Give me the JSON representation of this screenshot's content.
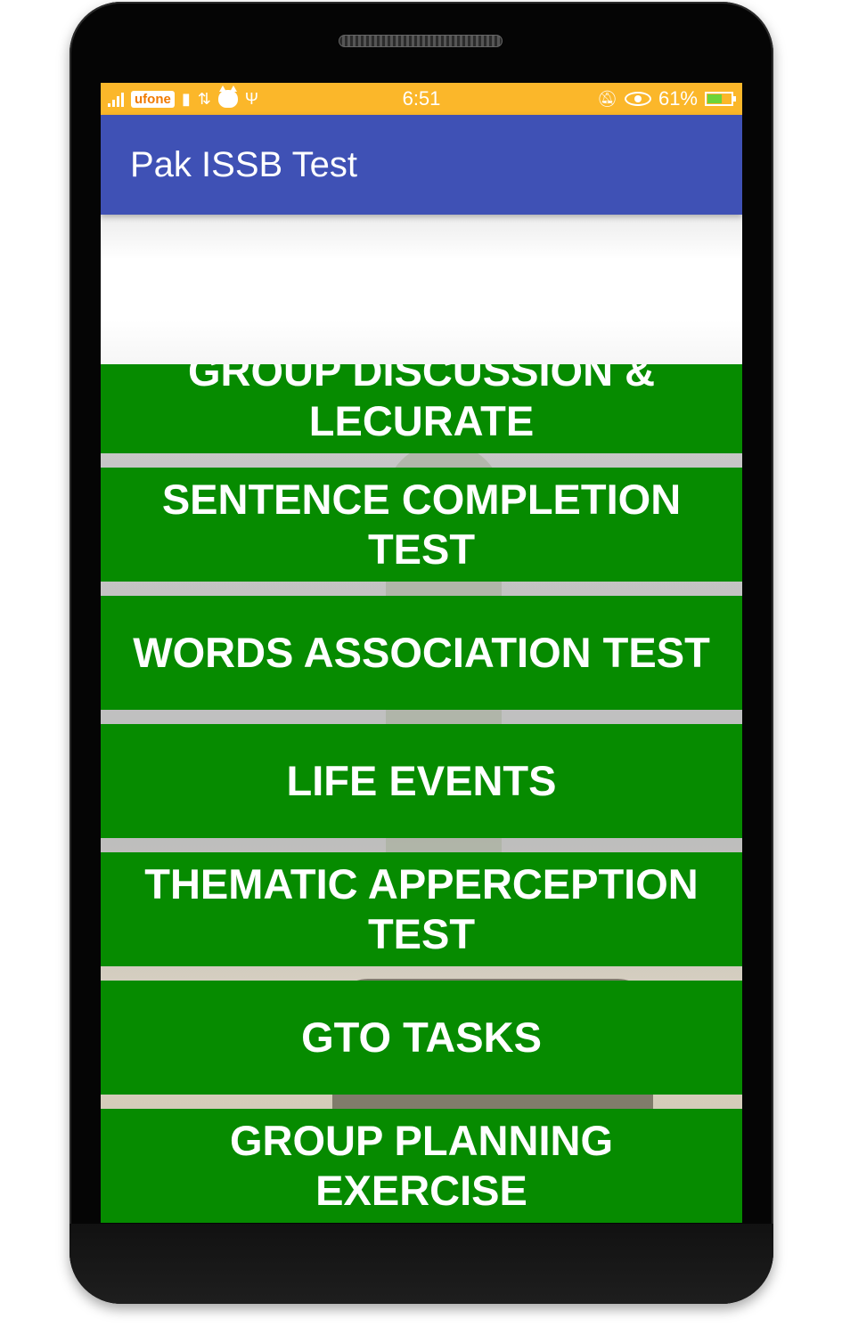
{
  "status_bar": {
    "carrier": "ufone",
    "time": "6:51",
    "battery_percent_label": "61%",
    "battery_level": 0.61,
    "background_color": "#fbb72a"
  },
  "toolbar": {
    "title": "Pak ISSB Test",
    "background_color": "#3f51b5"
  },
  "menu": {
    "button_color": "#068b00",
    "items": [
      {
        "label": "GROUP DISCUSSION & LECURATE"
      },
      {
        "label": "SENTENCE COMPLETION TEST"
      },
      {
        "label": "WORDS ASSOCIATION TEST"
      },
      {
        "label": "LIFE EVENTS"
      },
      {
        "label": "THEMATIC APPERCEPTION TEST"
      },
      {
        "label": "GTO TASKS"
      },
      {
        "label": "GROUP PLANNING EXERCISE"
      }
    ]
  }
}
